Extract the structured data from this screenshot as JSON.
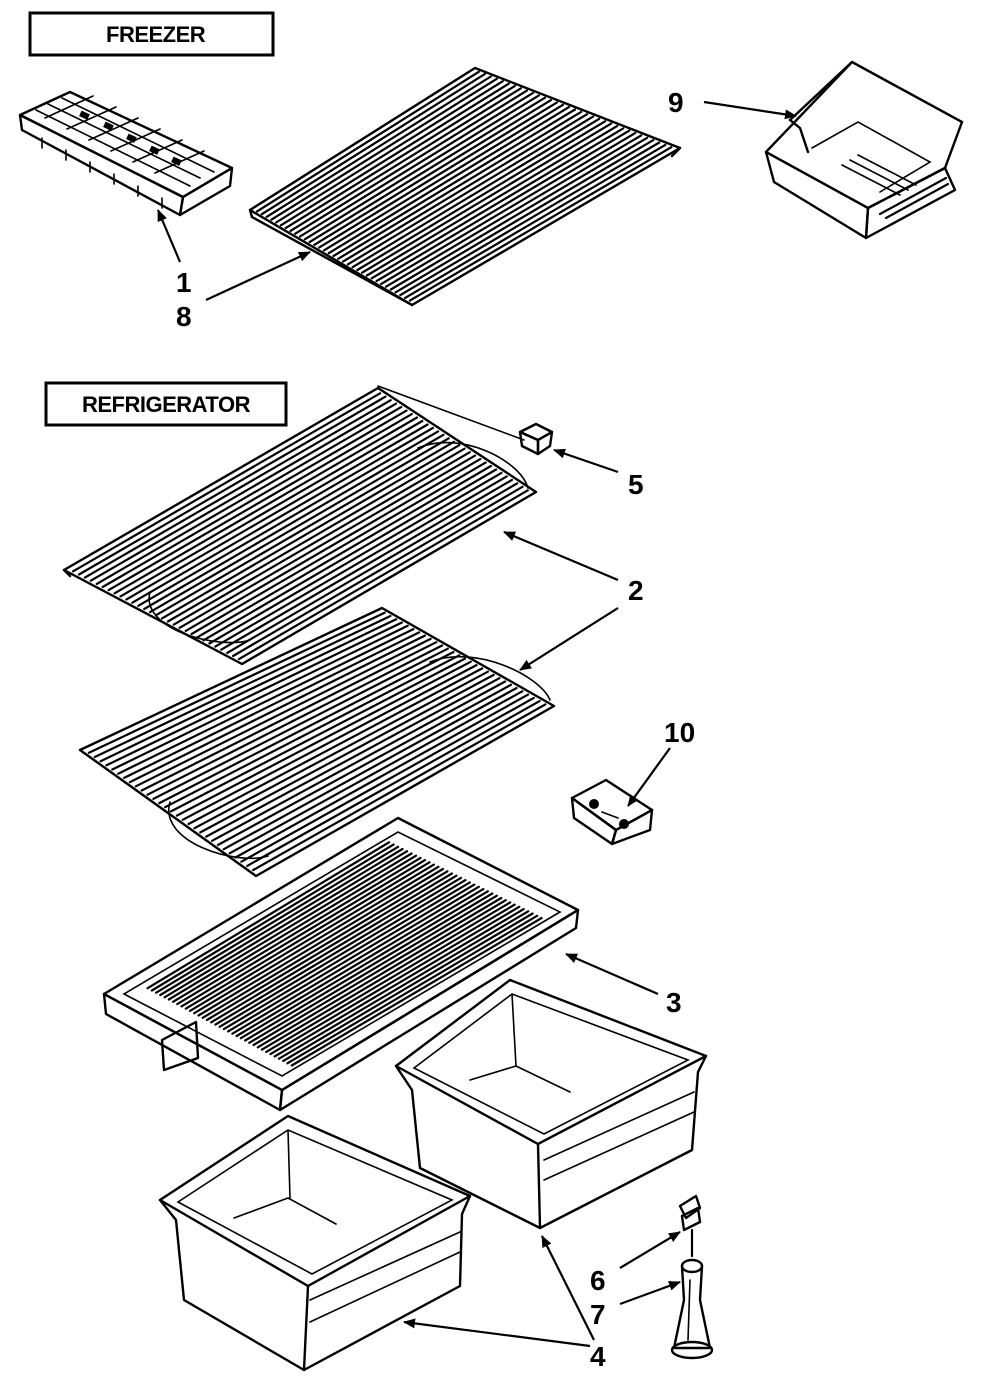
{
  "sections": {
    "freezer": "FREEZER",
    "refrigerator": "REFRIGERATOR"
  },
  "callouts": {
    "c1": "1",
    "c2": "2",
    "c3": "3",
    "c4": "4",
    "c5": "5",
    "c6": "6",
    "c7": "7",
    "c8": "8",
    "c9": "9",
    "c10": "10"
  }
}
